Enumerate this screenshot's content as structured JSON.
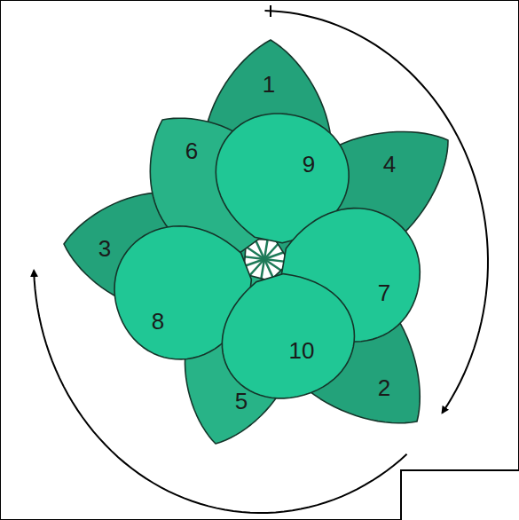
{
  "diagram": {
    "nodes": [
      {
        "text": [
          "1"
        ]
      },
      {
        "text": [
          "6"
        ]
      },
      {
        "text": [
          "9"
        ]
      },
      {
        "text": [
          "4"
        ]
      },
      {
        "text": [
          "3"
        ]
      },
      {
        "text": [
          "7"
        ]
      },
      {
        "text": [
          "8"
        ]
      },
      {
        "text": [
          "10"
        ]
      },
      {
        "text": [
          "2"
        ]
      },
      {
        "text": [
          "5"
        ]
      }
    ]
  }
}
